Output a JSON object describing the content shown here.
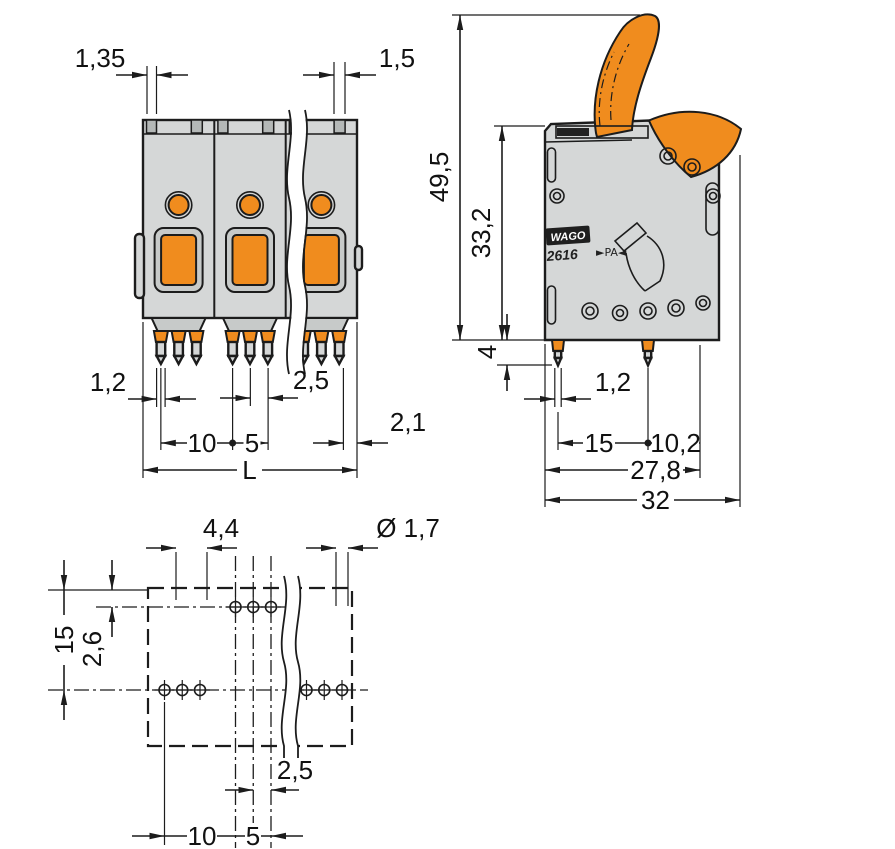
{
  "drawing": {
    "front": {
      "slot_left": "1,35",
      "slot_right": "1,5",
      "pin_width": "1,2",
      "pin_gap": "2,5",
      "edge_gap": "2,1",
      "pitch": "10",
      "half_pitch": "5",
      "length": "L"
    },
    "side": {
      "total_height": "49,5",
      "body_height": "33,2",
      "pin_length": "4",
      "pin_width": "1,2",
      "pin_span": "15",
      "pin_to_edge": "10,2",
      "depth_body": "27,8",
      "depth_total": "32",
      "brand": "WAGO",
      "series": "2616",
      "material_mark": "►PA◄"
    },
    "footprint": {
      "pad_offset": "4,4",
      "hole_diameter": "Ø 1,7",
      "row_spacing": "15",
      "row_offset": "2,6",
      "hole_pitch": "2,5",
      "pitch": "10",
      "half_pitch": "5"
    },
    "colors": {
      "accent_orange": "#F08C1E",
      "body_gray": "#D5D7D7",
      "line": "#1C1C1C"
    }
  }
}
